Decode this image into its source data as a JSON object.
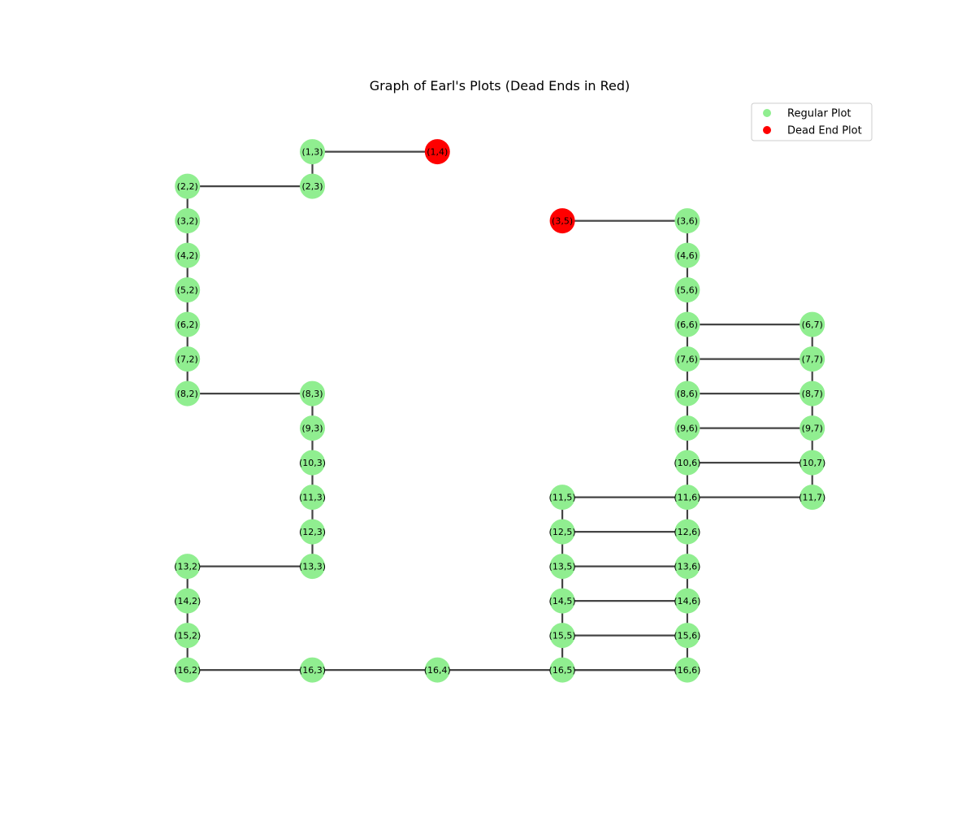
{
  "title": "Graph of Earl's Plots (Dead Ends in Red)",
  "colors": {
    "regular": "#90ee90",
    "dead_end": "#ff0000",
    "edge": "#444444"
  },
  "legend": {
    "placement": "top-right",
    "items": [
      {
        "label": "Regular Plot",
        "kind": "regular"
      },
      {
        "label": "Dead End Plot",
        "kind": "dead_end"
      }
    ]
  },
  "nodes": [
    {
      "id": "1,3",
      "label": "(1,3)",
      "row": 1,
      "col": 3,
      "dead_end": false
    },
    {
      "id": "1,4",
      "label": "(1,4)",
      "row": 1,
      "col": 4,
      "dead_end": true
    },
    {
      "id": "2,2",
      "label": "(2,2)",
      "row": 2,
      "col": 2,
      "dead_end": false
    },
    {
      "id": "2,3",
      "label": "(2,3)",
      "row": 2,
      "col": 3,
      "dead_end": false
    },
    {
      "id": "3,2",
      "label": "(3,2)",
      "row": 3,
      "col": 2,
      "dead_end": false
    },
    {
      "id": "3,5",
      "label": "(3,5)",
      "row": 3,
      "col": 5,
      "dead_end": true
    },
    {
      "id": "3,6",
      "label": "(3,6)",
      "row": 3,
      "col": 6,
      "dead_end": false
    },
    {
      "id": "4,2",
      "label": "(4,2)",
      "row": 4,
      "col": 2,
      "dead_end": false
    },
    {
      "id": "4,6",
      "label": "(4,6)",
      "row": 4,
      "col": 6,
      "dead_end": false
    },
    {
      "id": "5,2",
      "label": "(5,2)",
      "row": 5,
      "col": 2,
      "dead_end": false
    },
    {
      "id": "5,6",
      "label": "(5,6)",
      "row": 5,
      "col": 6,
      "dead_end": false
    },
    {
      "id": "6,2",
      "label": "(6,2)",
      "row": 6,
      "col": 2,
      "dead_end": false
    },
    {
      "id": "6,6",
      "label": "(6,6)",
      "row": 6,
      "col": 6,
      "dead_end": false
    },
    {
      "id": "6,7",
      "label": "(6,7)",
      "row": 6,
      "col": 7,
      "dead_end": false
    },
    {
      "id": "7,2",
      "label": "(7,2)",
      "row": 7,
      "col": 2,
      "dead_end": false
    },
    {
      "id": "7,6",
      "label": "(7,6)",
      "row": 7,
      "col": 6,
      "dead_end": false
    },
    {
      "id": "7,7",
      "label": "(7,7)",
      "row": 7,
      "col": 7,
      "dead_end": false
    },
    {
      "id": "8,2",
      "label": "(8,2)",
      "row": 8,
      "col": 2,
      "dead_end": false
    },
    {
      "id": "8,3",
      "label": "(8,3)",
      "row": 8,
      "col": 3,
      "dead_end": false
    },
    {
      "id": "8,6",
      "label": "(8,6)",
      "row": 8,
      "col": 6,
      "dead_end": false
    },
    {
      "id": "8,7",
      "label": "(8,7)",
      "row": 8,
      "col": 7,
      "dead_end": false
    },
    {
      "id": "9,3",
      "label": "(9,3)",
      "row": 9,
      "col": 3,
      "dead_end": false
    },
    {
      "id": "9,6",
      "label": "(9,6)",
      "row": 9,
      "col": 6,
      "dead_end": false
    },
    {
      "id": "9,7",
      "label": "(9,7)",
      "row": 9,
      "col": 7,
      "dead_end": false
    },
    {
      "id": "10,3",
      "label": "(10,3)",
      "row": 10,
      "col": 3,
      "dead_end": false
    },
    {
      "id": "10,6",
      "label": "(10,6)",
      "row": 10,
      "col": 6,
      "dead_end": false
    },
    {
      "id": "10,7",
      "label": "(10,7)",
      "row": 10,
      "col": 7,
      "dead_end": false
    },
    {
      "id": "11,3",
      "label": "(11,3)",
      "row": 11,
      "col": 3,
      "dead_end": false
    },
    {
      "id": "11,5",
      "label": "(11,5)",
      "row": 11,
      "col": 5,
      "dead_end": false
    },
    {
      "id": "11,6",
      "label": "(11,6)",
      "row": 11,
      "col": 6,
      "dead_end": false
    },
    {
      "id": "11,7",
      "label": "(11,7)",
      "row": 11,
      "col": 7,
      "dead_end": false
    },
    {
      "id": "12,3",
      "label": "(12,3)",
      "row": 12,
      "col": 3,
      "dead_end": false
    },
    {
      "id": "12,5",
      "label": "(12,5)",
      "row": 12,
      "col": 5,
      "dead_end": false
    },
    {
      "id": "12,6",
      "label": "(12,6)",
      "row": 12,
      "col": 6,
      "dead_end": false
    },
    {
      "id": "13,2",
      "label": "(13,2)",
      "row": 13,
      "col": 2,
      "dead_end": false
    },
    {
      "id": "13,3",
      "label": "(13,3)",
      "row": 13,
      "col": 3,
      "dead_end": false
    },
    {
      "id": "13,5",
      "label": "(13,5)",
      "row": 13,
      "col": 5,
      "dead_end": false
    },
    {
      "id": "13,6",
      "label": "(13,6)",
      "row": 13,
      "col": 6,
      "dead_end": false
    },
    {
      "id": "14,2",
      "label": "(14,2)",
      "row": 14,
      "col": 2,
      "dead_end": false
    },
    {
      "id": "14,5",
      "label": "(14,5)",
      "row": 14,
      "col": 5,
      "dead_end": false
    },
    {
      "id": "14,6",
      "label": "(14,6)",
      "row": 14,
      "col": 6,
      "dead_end": false
    },
    {
      "id": "15,2",
      "label": "(15,2)",
      "row": 15,
      "col": 2,
      "dead_end": false
    },
    {
      "id": "15,5",
      "label": "(15,5)",
      "row": 15,
      "col": 5,
      "dead_end": false
    },
    {
      "id": "15,6",
      "label": "(15,6)",
      "row": 15,
      "col": 6,
      "dead_end": false
    },
    {
      "id": "16,2",
      "label": "(16,2)",
      "row": 16,
      "col": 2,
      "dead_end": false
    },
    {
      "id": "16,3",
      "label": "(16,3)",
      "row": 16,
      "col": 3,
      "dead_end": false
    },
    {
      "id": "16,4",
      "label": "(16,4)",
      "row": 16,
      "col": 4,
      "dead_end": false
    },
    {
      "id": "16,5",
      "label": "(16,5)",
      "row": 16,
      "col": 5,
      "dead_end": false
    },
    {
      "id": "16,6",
      "label": "(16,6)",
      "row": 16,
      "col": 6,
      "dead_end": false
    }
  ],
  "edges": [
    [
      "1,3",
      "1,4"
    ],
    [
      "1,3",
      "2,3"
    ],
    [
      "2,2",
      "2,3"
    ],
    [
      "2,2",
      "3,2"
    ],
    [
      "3,2",
      "4,2"
    ],
    [
      "4,2",
      "5,2"
    ],
    [
      "5,2",
      "6,2"
    ],
    [
      "6,2",
      "7,2"
    ],
    [
      "7,2",
      "8,2"
    ],
    [
      "8,2",
      "8,3"
    ],
    [
      "8,3",
      "9,3"
    ],
    [
      "9,3",
      "10,3"
    ],
    [
      "10,3",
      "11,3"
    ],
    [
      "11,3",
      "12,3"
    ],
    [
      "12,3",
      "13,3"
    ],
    [
      "13,2",
      "13,3"
    ],
    [
      "13,2",
      "14,2"
    ],
    [
      "14,2",
      "15,2"
    ],
    [
      "15,2",
      "16,2"
    ],
    [
      "16,2",
      "16,3"
    ],
    [
      "16,3",
      "16,4"
    ],
    [
      "16,4",
      "16,5"
    ],
    [
      "16,5",
      "16,6"
    ],
    [
      "3,5",
      "3,6"
    ],
    [
      "3,6",
      "4,6"
    ],
    [
      "4,6",
      "5,6"
    ],
    [
      "5,6",
      "6,6"
    ],
    [
      "6,6",
      "7,6"
    ],
    [
      "7,6",
      "8,6"
    ],
    [
      "8,6",
      "9,6"
    ],
    [
      "9,6",
      "10,6"
    ],
    [
      "10,6",
      "11,6"
    ],
    [
      "11,6",
      "12,6"
    ],
    [
      "12,6",
      "13,6"
    ],
    [
      "13,6",
      "14,6"
    ],
    [
      "14,6",
      "15,6"
    ],
    [
      "15,6",
      "16,6"
    ],
    [
      "6,6",
      "6,7"
    ],
    [
      "7,6",
      "7,7"
    ],
    [
      "8,6",
      "8,7"
    ],
    [
      "9,6",
      "9,7"
    ],
    [
      "10,6",
      "10,7"
    ],
    [
      "11,6",
      "11,7"
    ],
    [
      "6,7",
      "7,7"
    ],
    [
      "7,7",
      "8,7"
    ],
    [
      "8,7",
      "9,7"
    ],
    [
      "9,7",
      "10,7"
    ],
    [
      "10,7",
      "11,7"
    ],
    [
      "11,5",
      "11,6"
    ],
    [
      "12,5",
      "12,6"
    ],
    [
      "13,5",
      "13,6"
    ],
    [
      "14,5",
      "14,6"
    ],
    [
      "15,5",
      "15,6"
    ],
    [
      "16,5",
      "16,6"
    ],
    [
      "11,5",
      "12,5"
    ],
    [
      "12,5",
      "13,5"
    ],
    [
      "13,5",
      "14,5"
    ],
    [
      "14,5",
      "15,5"
    ],
    [
      "15,5",
      "16,5"
    ]
  ]
}
